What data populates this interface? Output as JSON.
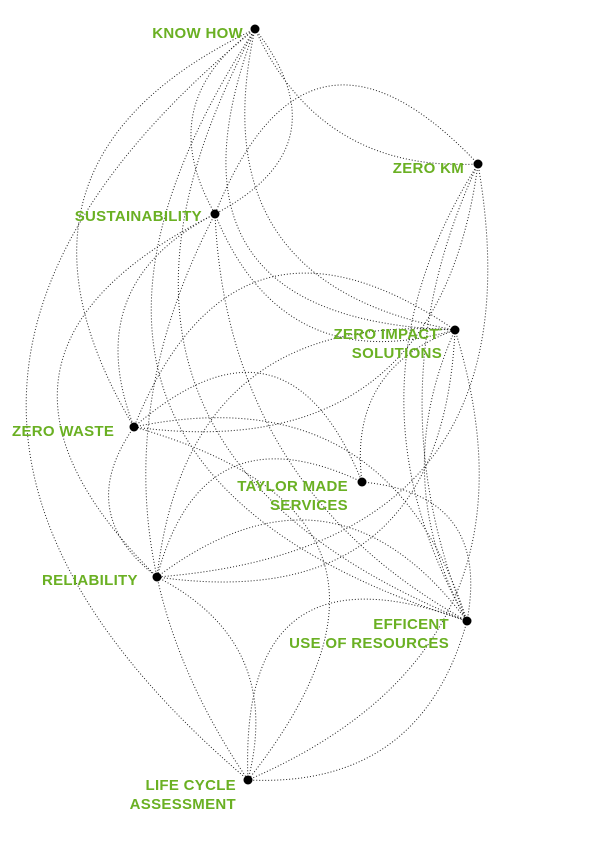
{
  "colors": {
    "label": "#6ab023",
    "node": "#000000",
    "arc": "#222222"
  },
  "nodes": [
    {
      "id": "know_how",
      "lines": [
        "KNOW HOW"
      ]
    },
    {
      "id": "zero_km",
      "lines": [
        "ZERO KM"
      ]
    },
    {
      "id": "sustainability",
      "lines": [
        "SUSTAINABILITY"
      ]
    },
    {
      "id": "zero_impact",
      "lines": [
        "ZERO IMPACT",
        "SOLUTIONS"
      ],
      "mark": "*"
    },
    {
      "id": "zero_waste",
      "lines": [
        "ZERO WASTE"
      ]
    },
    {
      "id": "taylor_made",
      "lines": [
        "TAYLOR MADE",
        "SERVICES"
      ]
    },
    {
      "id": "reliability",
      "lines": [
        "RELIABILITY"
      ]
    },
    {
      "id": "efficent",
      "lines": [
        "EFFICENT",
        "USE OF RESOURCES"
      ]
    },
    {
      "id": "lca",
      "lines": [
        "LIFE CYCLE",
        "ASSESSMENT"
      ]
    }
  ]
}
